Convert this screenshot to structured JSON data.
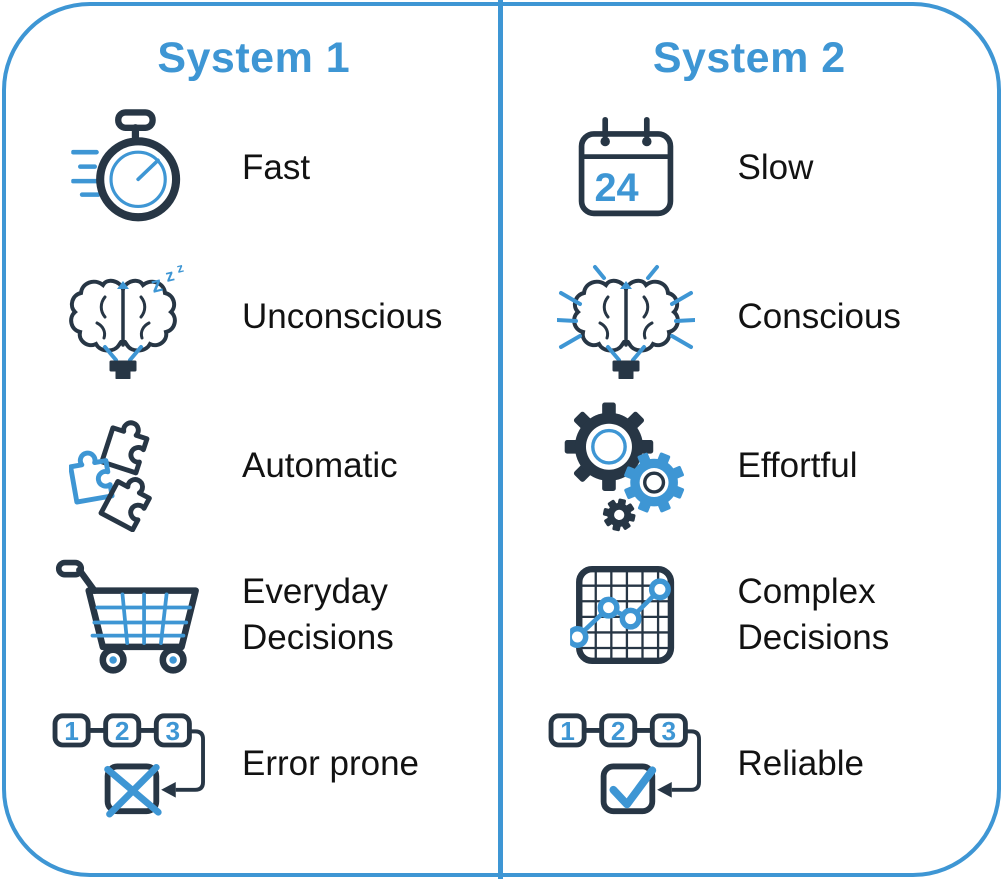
{
  "colors": {
    "accent_blue": "#3E96D4",
    "dark_navy": "#273645",
    "text_black": "#121212",
    "background": "#FFFFFF"
  },
  "columns": [
    {
      "title": "System 1",
      "items": [
        {
          "icon": "stopwatch-icon",
          "label": "Fast"
        },
        {
          "icon": "sleeping-brain-icon",
          "label": "Unconscious"
        },
        {
          "icon": "puzzle-pieces-icon",
          "label": "Automatic"
        },
        {
          "icon": "shopping-cart-icon",
          "label": "Everyday Decisions"
        },
        {
          "icon": "sequence-error-icon",
          "label": "Error prone"
        }
      ]
    },
    {
      "title": "System 2",
      "items": [
        {
          "icon": "calendar-24-icon",
          "label": "Slow"
        },
        {
          "icon": "thinking-brain-icon",
          "label": "Conscious"
        },
        {
          "icon": "gears-icon",
          "label": "Effortful"
        },
        {
          "icon": "chart-grid-icon",
          "label": "Complex Decisions"
        },
        {
          "icon": "sequence-check-icon",
          "label": "Reliable"
        }
      ]
    }
  ],
  "icon_texts": {
    "calendar_day": "24",
    "sequence_steps": [
      "1",
      "2",
      "3"
    ],
    "sleep_zs": [
      "z",
      "z",
      "z"
    ]
  }
}
